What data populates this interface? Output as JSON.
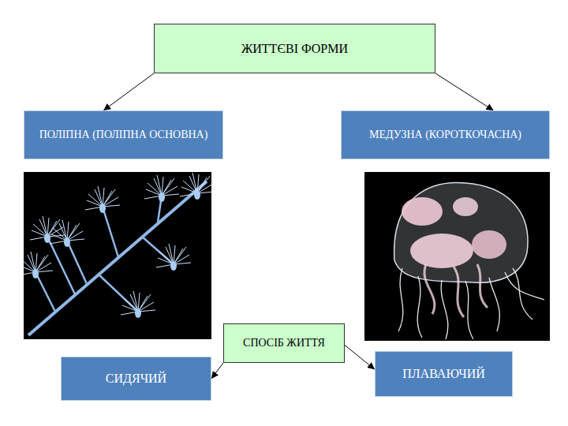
{
  "diagram": {
    "nodes": [
      {
        "text": [
          "ЖИТТЄВІ ФОРМИ"
        ]
      },
      {
        "text": [
          "ПОЛІПНА (ПОЛІПНА ОСНОВНА)"
        ]
      },
      {
        "text": [
          "МЕДУЗНА (КОРОТКОЧАСНА)"
        ]
      },
      {
        "text": [
          "СПОСІБ ЖИТТЯ"
        ]
      },
      {
        "text": [
          "СИДЯЧИЙ"
        ]
      },
      {
        "text": [
          "ПЛАВАЮЧИЙ"
        ]
      }
    ],
    "edges": [
      {
        "from": 0,
        "to": 1,
        "arrow": "to"
      },
      {
        "from": 0,
        "to": 2,
        "arrow": "to"
      },
      {
        "from": 3,
        "to": 4,
        "arrow": "to"
      },
      {
        "from": 3,
        "to": 5,
        "arrow": "to"
      }
    ]
  }
}
